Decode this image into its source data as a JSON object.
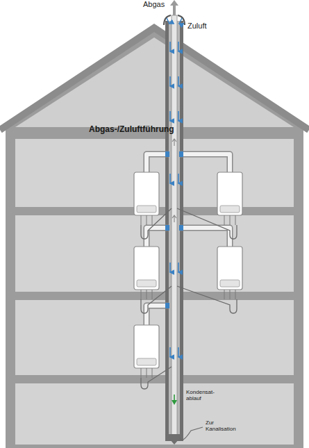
{
  "diagram": {
    "labels": [
      "Abgas",
      "Zuluft",
      "Abgas-/Zuluftführung",
      "Kondensat- ablauf",
      "Zur Kanalisation"
    ]
  }
}
